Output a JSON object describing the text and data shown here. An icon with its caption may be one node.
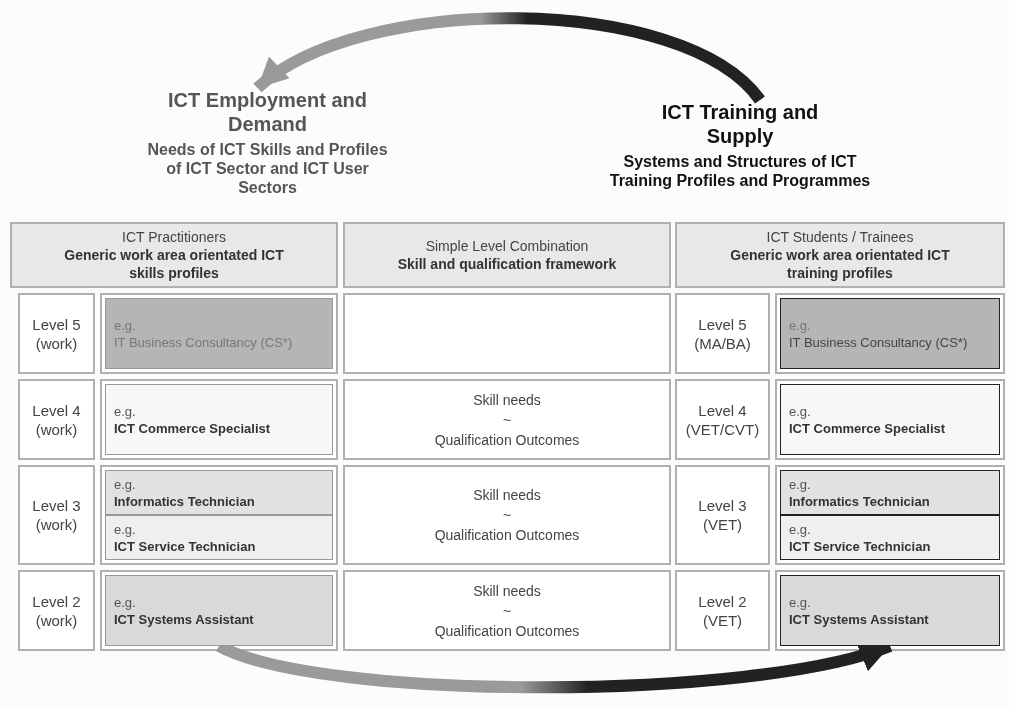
{
  "diagram": {
    "nodes": [
      {
        "text": [
          "ICT Employment and Demand",
          "Needs of ICT Skills and Profiles of ICT Sector and ICT User Sectors"
        ]
      },
      {
        "text": [
          "ICT Training and Supply",
          "Systems and Structures of ICT Training Profiles and Programmes"
        ]
      },
      {
        "text": [
          "ICT Practitioners",
          "Generic work area orientated ICT skills profiles"
        ]
      },
      {
        "text": [
          "Simple Level Combination",
          "Skill and qualification framework"
        ]
      },
      {
        "text": [
          "ICT Students / Trainees",
          "Generic work area orientated ICT training profiles"
        ]
      },
      {
        "text": [
          "Level 5 (work)"
        ]
      },
      {
        "text": [
          "e.g.",
          "IT Business Consultancy (CS*)"
        ]
      },
      {
        "text": [],
        "shape": "box"
      },
      {
        "text": [
          "Level 5 (MA/BA)"
        ]
      },
      {
        "text": [
          "e.g.",
          "IT Business Consultancy (CS*)"
        ]
      },
      {
        "text": [
          "Level 4 (work)"
        ]
      },
      {
        "text": [
          "e.g.",
          "ICT Commerce Specialist"
        ]
      },
      {
        "text": [
          "Skill needs",
          "~",
          "Qualification Outcomes"
        ]
      },
      {
        "text": [
          "Level 4 (VET/CVT)"
        ]
      },
      {
        "text": [
          "e.g.",
          "ICT Commerce Specialist"
        ]
      },
      {
        "text": [
          "Level 3 (work)"
        ]
      },
      {
        "text": [
          "e.g.",
          "Informatics Technician"
        ]
      },
      {
        "text": [
          "e.g.",
          "ICT Service Technician"
        ]
      },
      {
        "text": [
          "Skill needs",
          "~",
          "Qualification Outcomes"
        ]
      },
      {
        "text": [
          "Level 3 (VET)"
        ]
      },
      {
        "text": [
          "e.g.",
          "Informatics Technician"
        ]
      },
      {
        "text": [
          "e.g.",
          "ICT Service Technician"
        ]
      },
      {
        "text": [
          "Level 2 (work)"
        ]
      },
      {
        "text": [
          "e.g.",
          "ICT Systems Assistant"
        ]
      },
      {
        "text": [
          "Skill needs",
          "~",
          "Qualification Outcomes"
        ]
      },
      {
        "text": [
          "Level 2 (VET)"
        ]
      },
      {
        "text": [
          "e.g.",
          "ICT Systems Assistant"
        ]
      }
    ],
    "edges": [
      {
        "from": 1,
        "to": 0,
        "arrow": "to",
        "style": "thick"
      },
      {
        "from": 23,
        "to": 26,
        "arrow": "to",
        "style": "thick"
      }
    ]
  }
}
